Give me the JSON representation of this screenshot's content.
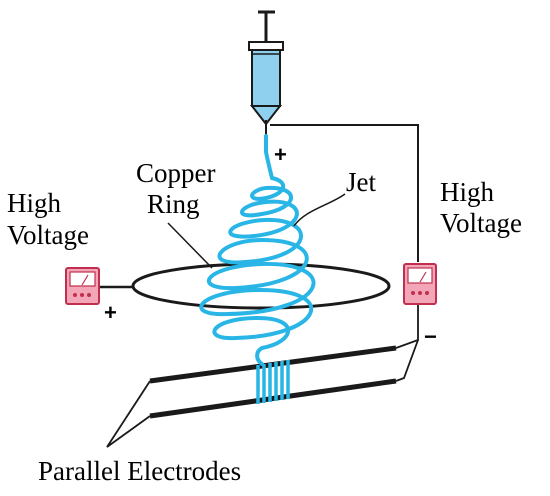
{
  "labels": {
    "copper_ring_line1": "Copper",
    "copper_ring_line2": "Ring",
    "jet": "Jet",
    "high_voltage_left_line1": "High",
    "high_voltage_left_line2": "Voltage",
    "high_voltage_right_line1": "High",
    "high_voltage_right_line2": "Voltage",
    "parallel_electrodes": "Parallel Electrodes",
    "needle_sign": "+",
    "left_supply_sign": "+",
    "right_supply_sign": "−"
  },
  "colors": {
    "jet": "#29b6e6",
    "syringe_fluid": "#8fd0ee",
    "supply_case": "#f3a6b8",
    "supply_dark": "#c0304e",
    "wire": "#1a1a1a"
  },
  "icons": {
    "syringe": "syringe-icon",
    "left_supply": "voltage-meter-icon",
    "right_supply": "voltage-meter-icon"
  }
}
